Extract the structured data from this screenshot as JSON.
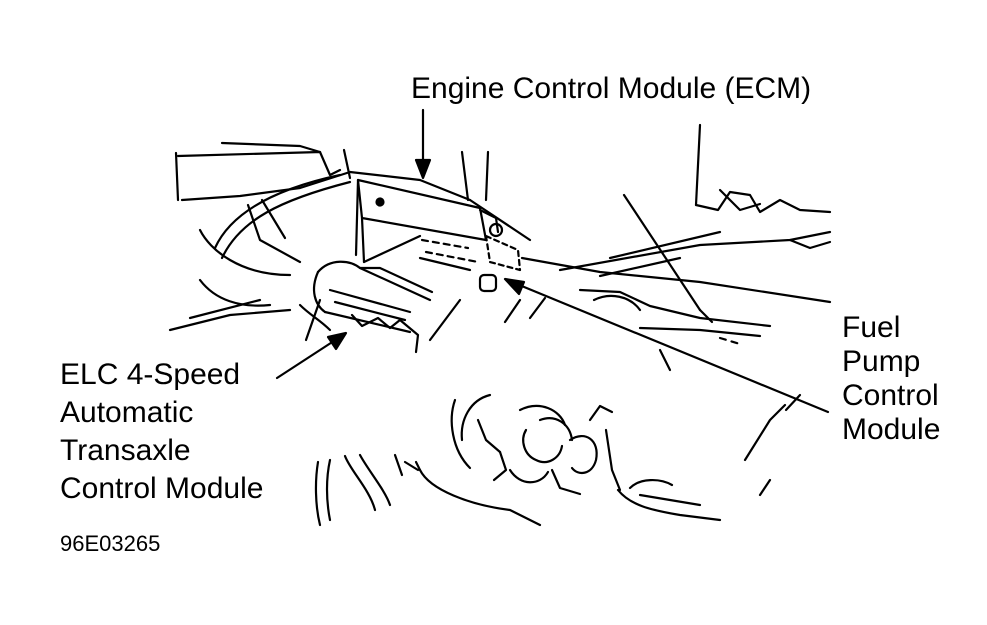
{
  "labels": {
    "ecm": "Engine Control Module (ECM)",
    "fuel_pump": [
      "Fuel",
      "Pump",
      "Control",
      "Module"
    ],
    "transaxle": [
      "ELC 4-Speed",
      "Automatic",
      "Transaxle",
      "Control Module"
    ]
  },
  "figure_code": "96E03265",
  "colors": {
    "ink": "#000000",
    "paper": "#ffffff"
  }
}
